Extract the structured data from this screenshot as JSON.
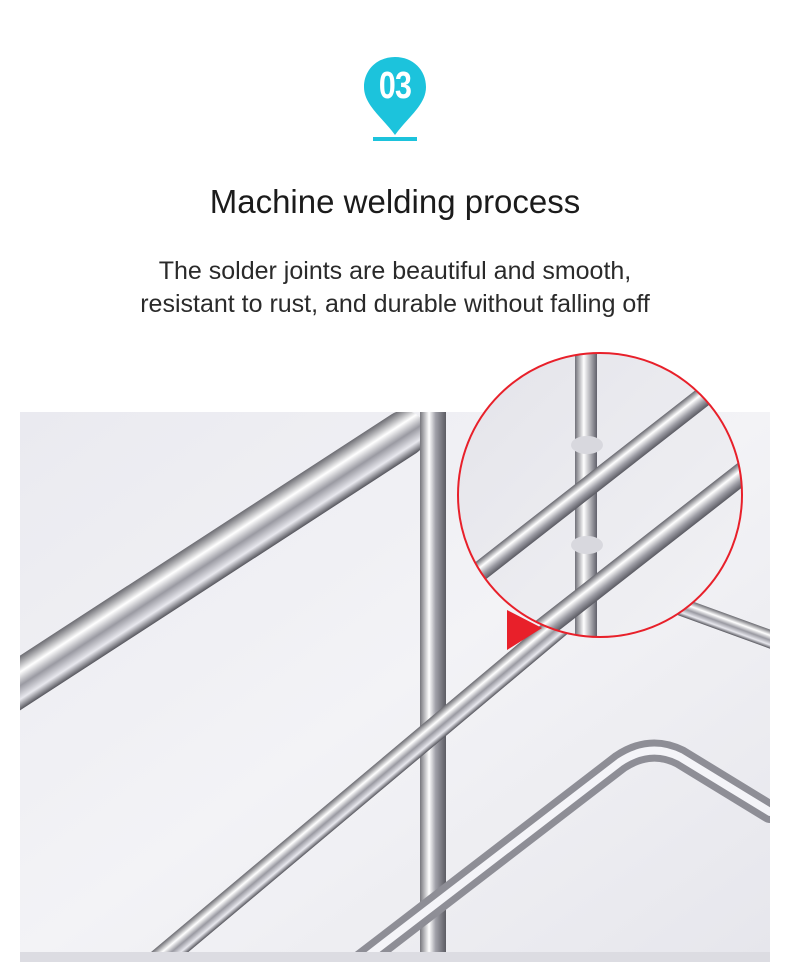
{
  "badge": {
    "number": "03",
    "color": "#1cc3dc"
  },
  "heading": "Machine welding process",
  "description": "The solder joints are beautiful and smooth, resistant to rust, and durable without falling off",
  "accent_color": "#e8202a",
  "photo": {
    "subject": "chrome-wire-rack-welds"
  }
}
